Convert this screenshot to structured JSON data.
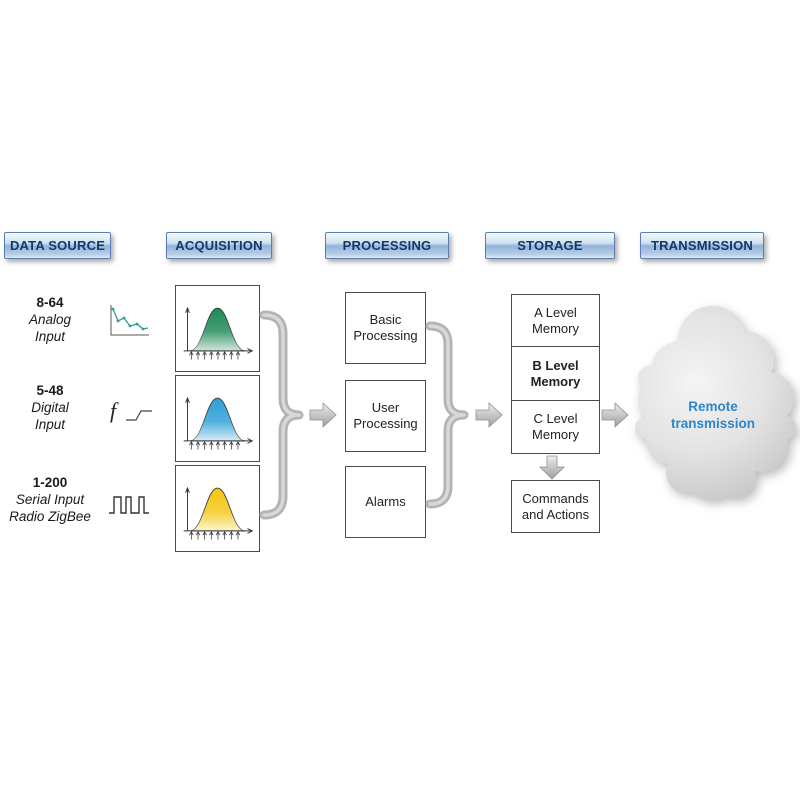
{
  "diagram": {
    "headers": [
      "DATA SOURCE",
      "ACQUISITION",
      "PROCESSING",
      "STORAGE",
      "TRANSMISSION"
    ]
  },
  "data_sources": [
    {
      "count": "8-64",
      "line1": "Analog",
      "line2": "Input",
      "icon": "analog-signal-icon"
    },
    {
      "count": "5-48",
      "line1": "Digital",
      "line2": "Input",
      "icon": "digital-function-icon"
    },
    {
      "count": "1-200",
      "line1": "Serial Input",
      "line2": "Radio ZigBee",
      "icon": "square-wave-icon"
    }
  ],
  "acquisition": {
    "charts": [
      {
        "name": "gaussian-green",
        "color": "#1d8a56"
      },
      {
        "name": "gaussian-blue",
        "color": "#2d9fd8"
      },
      {
        "name": "gaussian-yellow",
        "color": "#f3c613"
      }
    ]
  },
  "processing": {
    "boxes": [
      "Basic Processing",
      "User Processing",
      "Alarms"
    ]
  },
  "storage": {
    "levels": [
      {
        "label": "A Level Memory",
        "bold": false
      },
      {
        "label": "B Level Memory",
        "bold": true
      },
      {
        "label": "C Level Memory",
        "bold": false
      }
    ],
    "actions": "Commands and Actions"
  },
  "transmission": {
    "cloud_label": "Remote transmission",
    "label_color": "#2e86c8"
  }
}
